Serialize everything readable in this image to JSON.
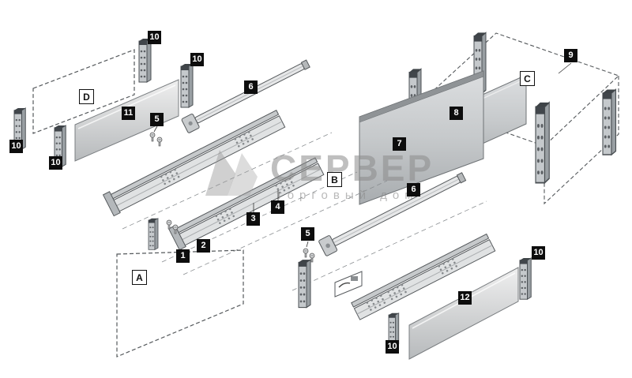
{
  "labels": {
    "numbers": [
      "10",
      "10",
      "11",
      "5",
      "6",
      "9",
      "8",
      "7",
      "10",
      "10",
      "6",
      "4",
      "3",
      "5",
      "2",
      "1",
      "10",
      "12",
      "10"
    ],
    "letters": [
      "D",
      "C",
      "B",
      "A"
    ]
  },
  "watermark": {
    "title": "СЕРВЕР",
    "subtitle": "торговый дом"
  },
  "colors": {
    "label_bg": "#0d0d0d",
    "label_text": "#ffffff",
    "outline": "#55595c",
    "panel_gray": "#c6c9cb",
    "watermark_gray": "#8a8a8a"
  }
}
